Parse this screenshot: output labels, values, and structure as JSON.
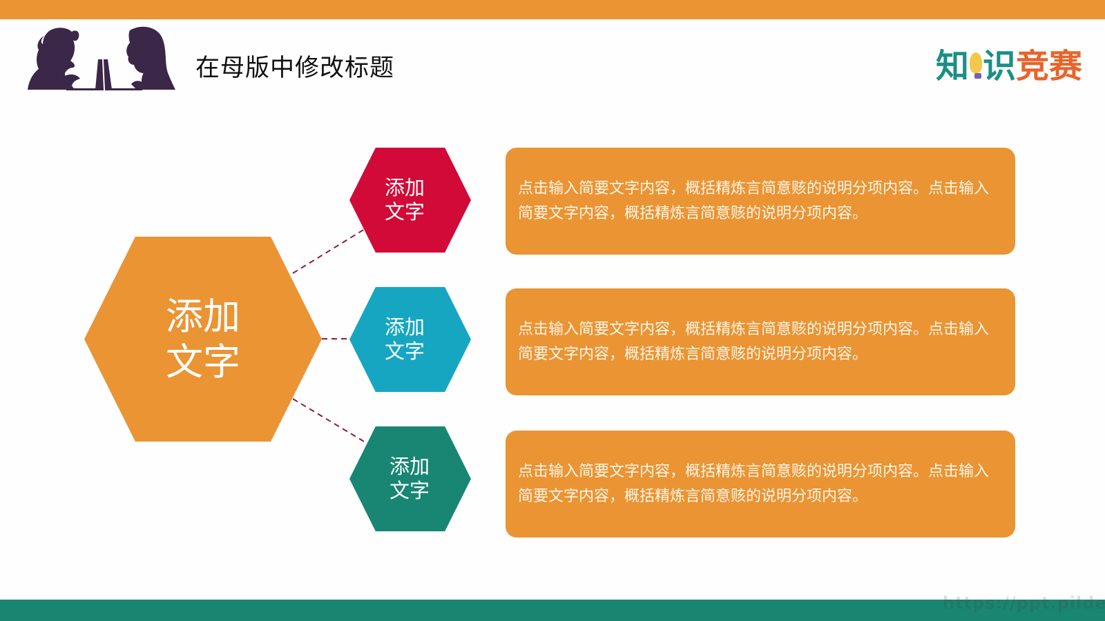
{
  "slide": {
    "title": "在母版中修改标题",
    "logo_text": [
      "知",
      "识",
      "竞",
      "赛"
    ],
    "watermark": "https://ppt.pilde"
  },
  "colors": {
    "top_bar": "#EA9434",
    "bottom_bar": "#1A8672",
    "main_hex": "#EA9434",
    "hex_red": "#D20A38",
    "hex_teal": "#16A6C2",
    "hex_green": "#188673",
    "box": "#EA9434",
    "connector": "#8B1A3E",
    "silhouette": "#3B2748"
  },
  "diagram": {
    "main": {
      "label_line1": "添加",
      "label_line2": "文字"
    },
    "items": [
      {
        "label_line1": "添加",
        "label_line2": "文字",
        "description": "点击输入简要文字内容，概括精炼言简意赅的说明分项内容。点击输入简要文字内容，概括精炼言简意赅的说明分项内容。"
      },
      {
        "label_line1": "添加",
        "label_line2": "文字",
        "description": "点击输入简要文字内容，概括精炼言简意赅的说明分项内容。点击输入简要文字内容，概括精炼言简意赅的说明分项内容。"
      },
      {
        "label_line1": "添加",
        "label_line2": "文字",
        "description": "点击输入简要文字内容，概括精炼言简意赅的说明分项内容。点击输入简要文字内容，概括精炼言简意赅的说明分项内容。"
      }
    ]
  },
  "icons": {
    "silhouette": "children-laptop-silhouette-icon",
    "logo": "knowledge-contest-logo-icon"
  }
}
